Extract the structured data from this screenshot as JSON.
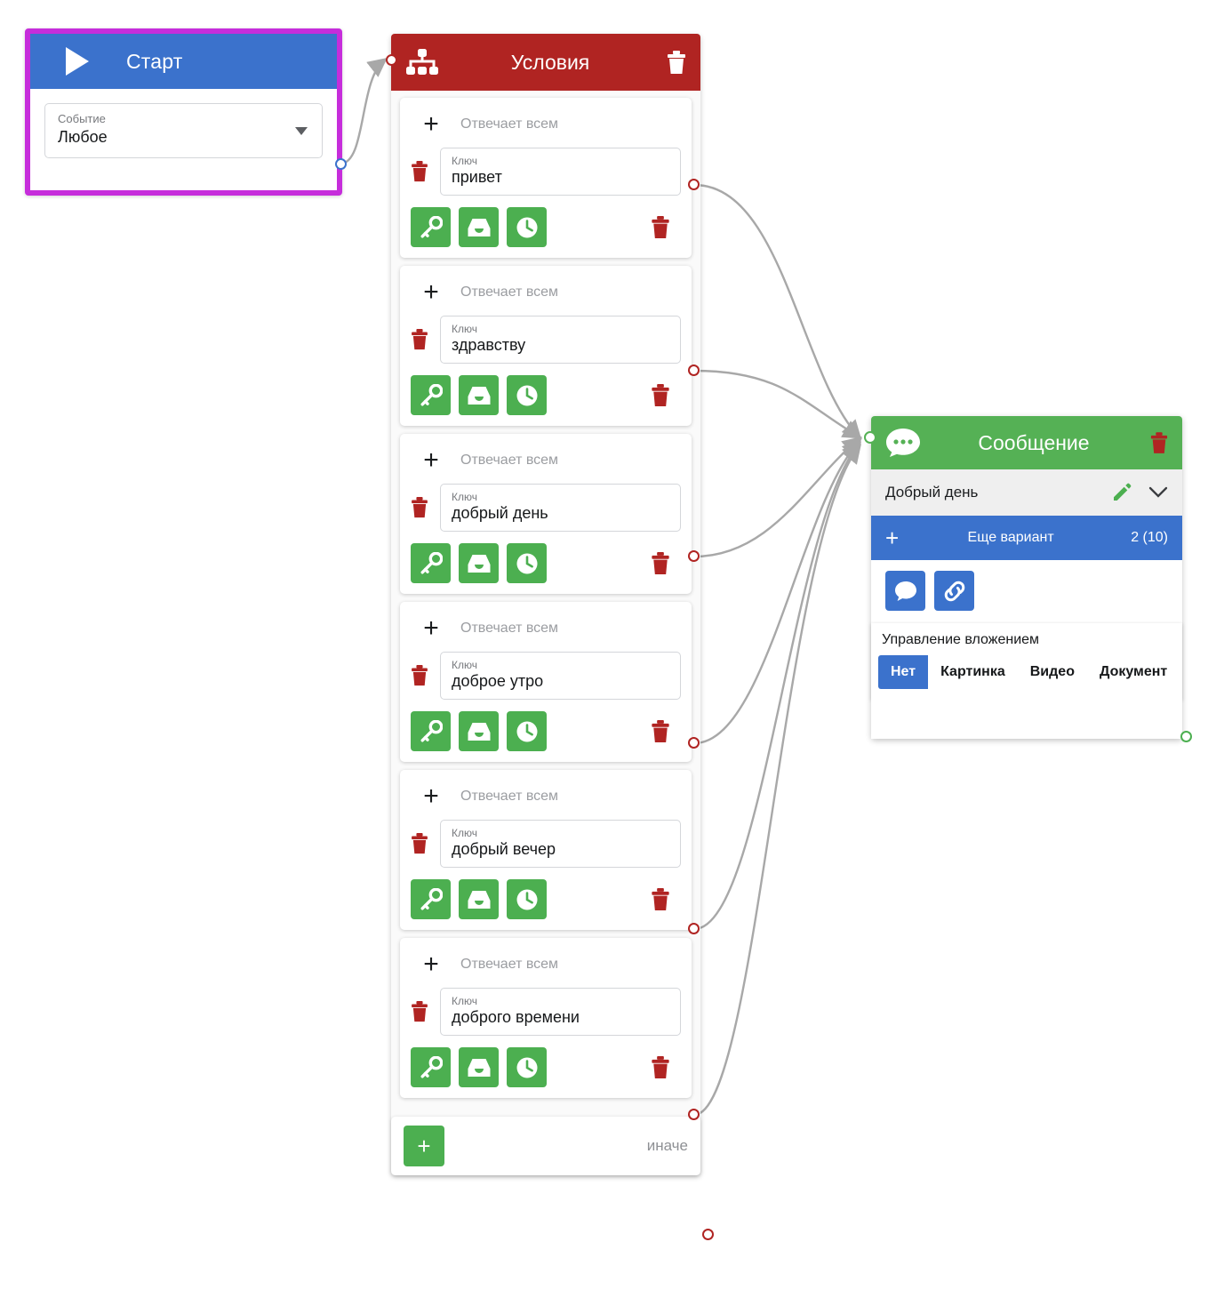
{
  "canvas": {
    "background": "#ffffff"
  },
  "colors": {
    "start_header": "#3b72cc",
    "conditions_header": "#b02422",
    "message_header": "#55b155",
    "selection_border": "#c62ddb",
    "green_action": "#4caf50",
    "blue_action": "#3b72cc",
    "trash_red": "#b02422",
    "edge": "#a8a8a8",
    "port_red": "#b02422",
    "port_blue": "#3b72cc",
    "port_green": "#4caf50"
  },
  "start_node": {
    "title": "Старт",
    "icon": "play-icon",
    "selected": true,
    "event_field": {
      "label": "Событие",
      "value": "Любое",
      "caret_icon": "chevron-down-icon"
    }
  },
  "conditions_node": {
    "title": "Условия",
    "icon": "sitemap-icon",
    "delete_icon": "trash-icon",
    "cards": [
      {
        "add_icon": "plus-icon",
        "respond_label": "Отвечает всем",
        "delete_icon": "trash-icon",
        "key_label": "Ключ",
        "key_value": "привет",
        "actions": [
          "key-icon",
          "inbox-icon",
          "clock-icon"
        ],
        "row_delete_icon": "trash-icon"
      },
      {
        "add_icon": "plus-icon",
        "respond_label": "Отвечает всем",
        "delete_icon": "trash-icon",
        "key_label": "Ключ",
        "key_value": "здравству",
        "actions": [
          "key-icon",
          "inbox-icon",
          "clock-icon"
        ],
        "row_delete_icon": "trash-icon"
      },
      {
        "add_icon": "plus-icon",
        "respond_label": "Отвечает всем",
        "delete_icon": "trash-icon",
        "key_label": "Ключ",
        "key_value": "добрый день",
        "actions": [
          "key-icon",
          "inbox-icon",
          "clock-icon"
        ],
        "row_delete_icon": "trash-icon"
      },
      {
        "add_icon": "plus-icon",
        "respond_label": "Отвечает всем",
        "delete_icon": "trash-icon",
        "key_label": "Ключ",
        "key_value": "доброе утро",
        "actions": [
          "key-icon",
          "inbox-icon",
          "clock-icon"
        ],
        "row_delete_icon": "trash-icon"
      },
      {
        "add_icon": "plus-icon",
        "respond_label": "Отвечает всем",
        "delete_icon": "trash-icon",
        "key_label": "Ключ",
        "key_value": "добрый вечер",
        "actions": [
          "key-icon",
          "inbox-icon",
          "clock-icon"
        ],
        "row_delete_icon": "trash-icon"
      },
      {
        "add_icon": "plus-icon",
        "respond_label": "Отвечает всем",
        "delete_icon": "trash-icon",
        "key_label": "Ключ",
        "key_value": "доброго времени",
        "actions": [
          "key-icon",
          "inbox-icon",
          "clock-icon"
        ],
        "row_delete_icon": "trash-icon"
      }
    ],
    "else_row": {
      "add_label": "+",
      "label": "иначе"
    }
  },
  "message_node": {
    "title": "Сообщение",
    "icon": "chat-bubble-icon",
    "delete_icon": "trash-icon",
    "variant_text": "Добрый день",
    "edit_icon": "pencil-icon",
    "expand_icon": "chevron-down-icon",
    "more_variant": {
      "add_icon": "plus-icon",
      "label": "Еще вариант",
      "count": "2 (10)"
    },
    "action_buttons": [
      "chat-icon",
      "link-icon"
    ],
    "attachment": {
      "title": "Управление вложением",
      "tabs": [
        {
          "label": "Нет",
          "active": true
        },
        {
          "label": "Картинка",
          "active": false
        },
        {
          "label": "Видео",
          "active": false
        },
        {
          "label": "Документ",
          "active": false
        }
      ]
    }
  }
}
